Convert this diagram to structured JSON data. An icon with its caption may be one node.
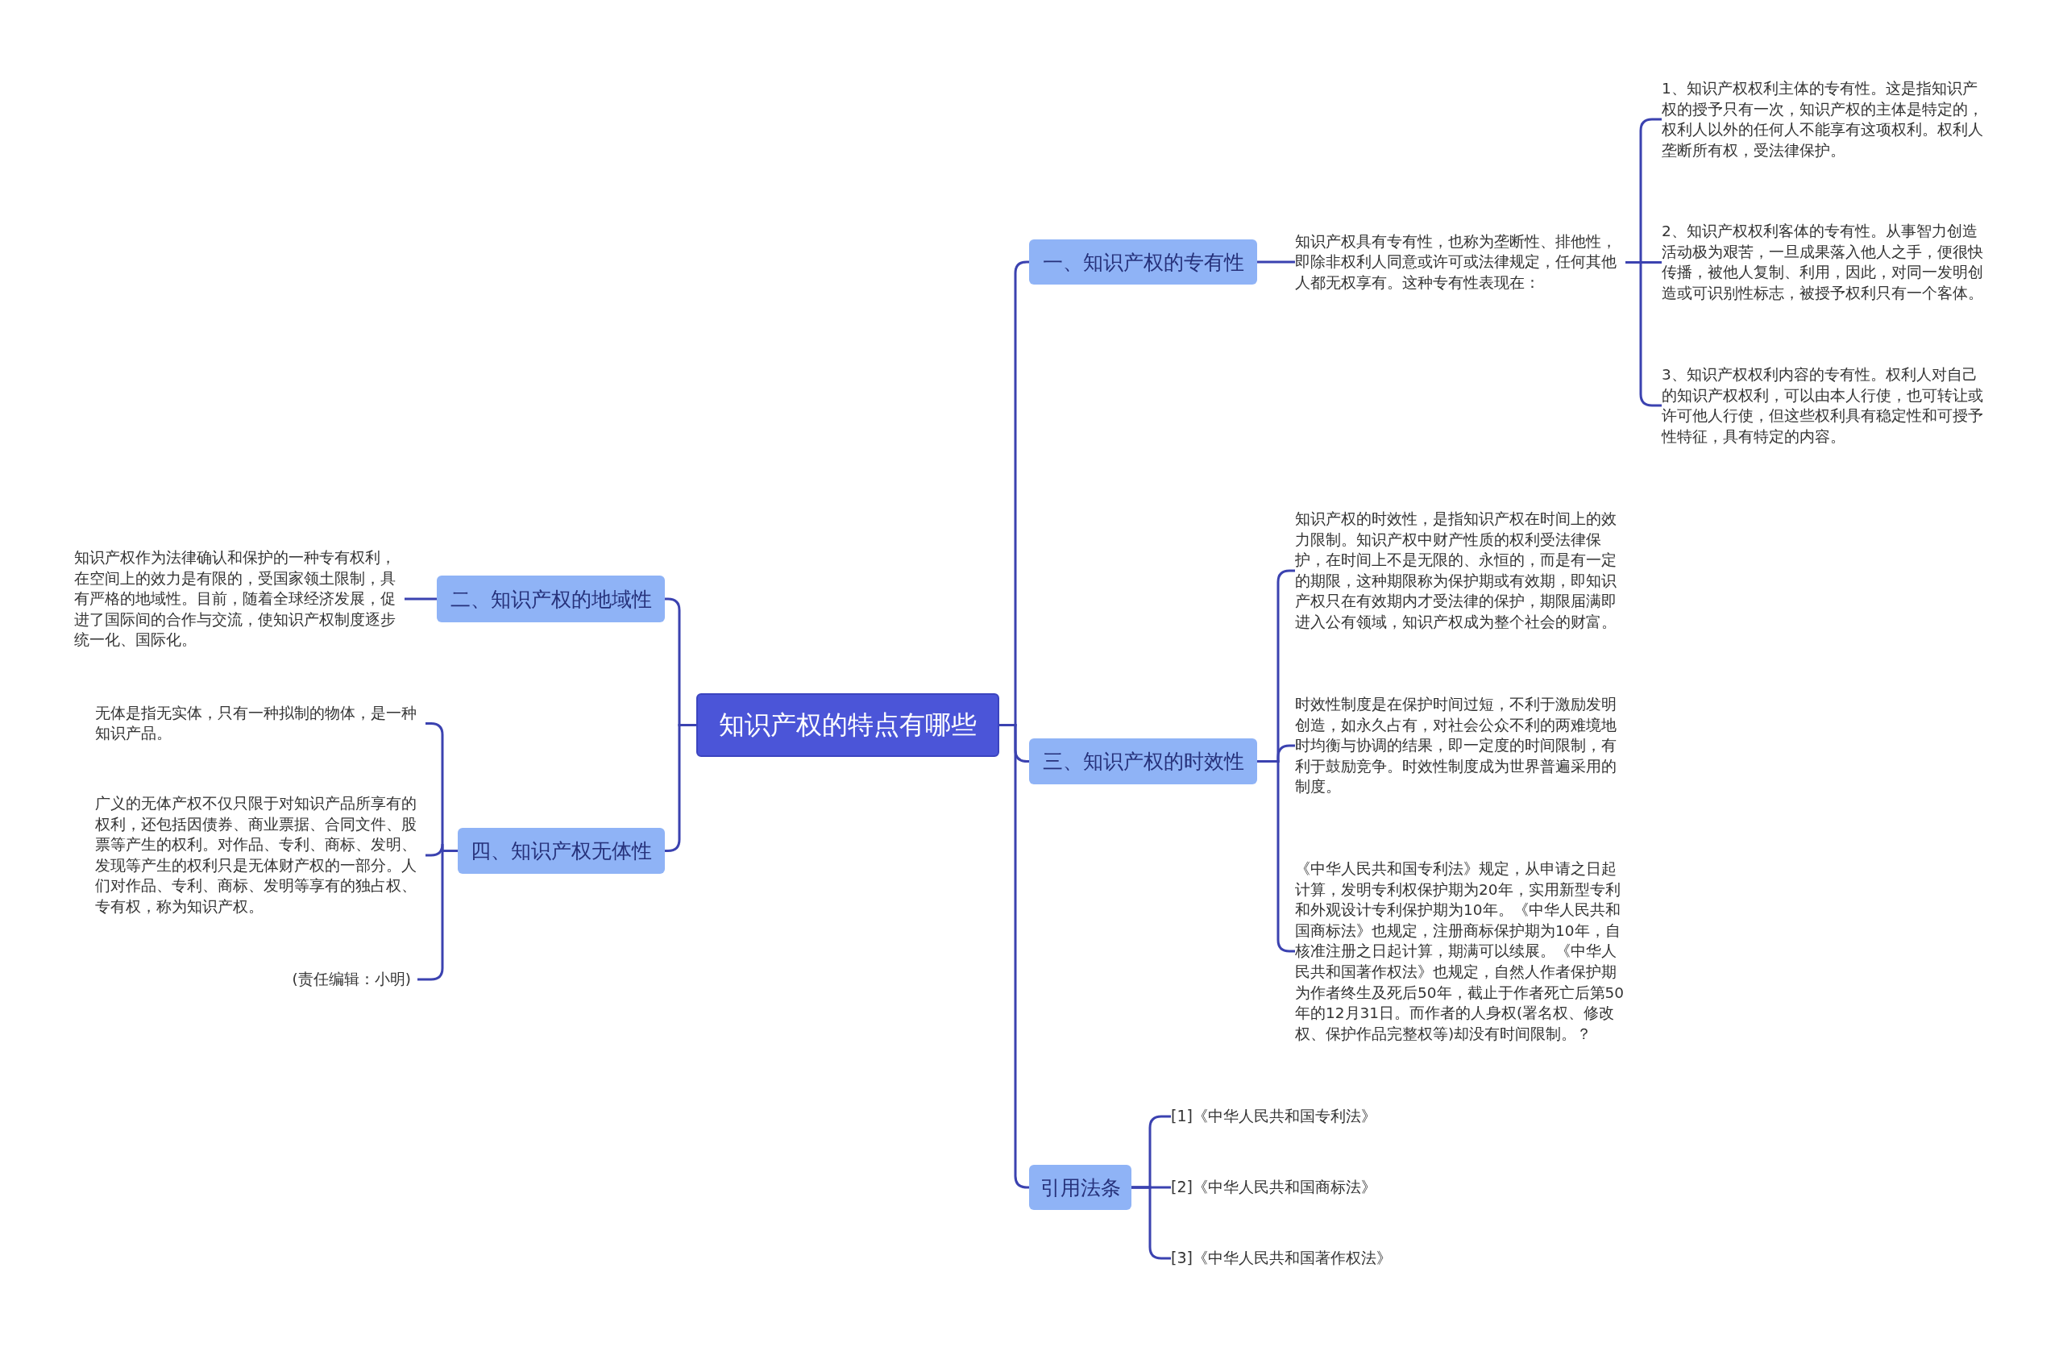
{
  "diagram": {
    "nodes": [
      {
        "text": [
          "知识产权的特点有哪些"
        ]
      },
      {
        "text": [
          "一、知识产权的专有性"
        ]
      },
      {
        "text": [
          "知识产权具有专有性，也称为垄断性、排他性，即除非权利人同意或许可或法律规定，任何其他人都无权享有。这种专有性表现在："
        ]
      },
      {
        "text": [
          "1、知识产权权利主体的专有性。这是指知识产权的授予只有一次，知识产权的主体是特定的，权利人以外的任何人不能享有这项权利。权利人垄断所有权，受法律保护。"
        ]
      },
      {
        "text": [
          "2、知识产权权利客体的专有性。从事智力创造活动极为艰苦，一旦成果落入他人之手，便很快传播，被他人复制、利用，因此，对同一发明创造或可识别性标志，被授予权利只有一个客体。"
        ]
      },
      {
        "text": [
          "3、知识产权权利内容的专有性。权利人对自己的知识产权权利，可以由本人行使，也可转让或许可他人行使，但这些权利具有稳定性和可授予性特征，具有特定的内容。"
        ]
      },
      {
        "text": [
          "三、知识产权的时效性"
        ]
      },
      {
        "text": [
          "知识产权的时效性，是指知识产权在时间上的效力限制。知识产权中财产性质的权利受法律保护，在时间上不是无限的、永恒的，而是有一定的期限，这种期限称为保护期或有效期，即知识产权只在有效期内才受法律的保护，期限届满即进入公有领域，知识产权成为整个社会的财富。"
        ]
      },
      {
        "text": [
          "时效性制度是在保护时间过短，不利于激励发明创造，如永久占有，对社会公众不利的两难境地时均衡与协调的结果，即一定度的时间限制，有利于鼓励竞争。时效性制度成为世界普遍采用的制度。"
        ]
      },
      {
        "text": [
          "《中华人民共和国专利法》规定，从申请之日起计算，发明专利权保护期为20年，实用新型专利和外观设计专利保护期为10年。《中华人民共和国商标法》也规定，注册商标保护期为10年，自核准注册之日起计算，期满可以续展。《中华人民共和国著作权法》也规定，自然人作者保护期为作者终生及死后50年，截止于作者死亡后第50年的12月31日。而作者的人身权(署名权、修改权、保护作品完整权等)却没有时间限制。？"
        ]
      },
      {
        "text": [
          "引用法条"
        ]
      },
      {
        "text": [
          "[1]《中华人民共和国专利法》"
        ]
      },
      {
        "text": [
          "[2]《中华人民共和国商标法》"
        ]
      },
      {
        "text": [
          "[3]《中华人民共和国著作权法》"
        ]
      },
      {
        "text": [
          "二、知识产权的地域性"
        ]
      },
      {
        "text": [
          "知识产权作为法律确认和保护的一种专有权利，在空间上的效力是有限的，受国家领土限制，具有严格的地域性。目前，随着全球经济发展，促进了国际间的合作与交流，使知识产权制度逐步统一化、国际化。"
        ]
      },
      {
        "text": [
          "四、知识产权无体性"
        ]
      },
      {
        "text": [
          "无体是指无实体，只有一种拟制的物体，是一种知识产品。"
        ]
      },
      {
        "text": [
          "广义的无体产权不仅只限于对知识产品所享有的权利，还包括因债券、商业票据、合同文件、股票等产生的权利。对作品、专利、商标、发明、发现等产生的权利只是无体财产权的一部分。人们对作品、专利、商标、发明等享有的独占权、专有权，称为知识产权。"
        ]
      },
      {
        "text": [
          "(责任编辑：小明)"
        ]
      }
    ],
    "edges": [
      {
        "from": 0,
        "to": 1,
        "arrow": "none"
      },
      {
        "from": 1,
        "to": 2,
        "arrow": "none"
      },
      {
        "from": 2,
        "to": 3,
        "arrow": "none"
      },
      {
        "from": 2,
        "to": 4,
        "arrow": "none"
      },
      {
        "from": 2,
        "to": 5,
        "arrow": "none"
      },
      {
        "from": 0,
        "to": 6,
        "arrow": "none"
      },
      {
        "from": 6,
        "to": 7,
        "arrow": "none"
      },
      {
        "from": 6,
        "to": 8,
        "arrow": "none"
      },
      {
        "from": 6,
        "to": 9,
        "arrow": "none"
      },
      {
        "from": 0,
        "to": 10,
        "arrow": "none"
      },
      {
        "from": 10,
        "to": 11,
        "arrow": "none"
      },
      {
        "from": 10,
        "to": 12,
        "arrow": "none"
      },
      {
        "from": 10,
        "to": 13,
        "arrow": "none"
      },
      {
        "from": 0,
        "to": 14,
        "arrow": "none"
      },
      {
        "from": 14,
        "to": 15,
        "arrow": "none"
      },
      {
        "from": 0,
        "to": 16,
        "arrow": "none"
      },
      {
        "from": 16,
        "to": 17,
        "arrow": "none"
      },
      {
        "from": 16,
        "to": 18,
        "arrow": "none"
      },
      {
        "from": 16,
        "to": 19,
        "arrow": "none"
      }
    ]
  }
}
